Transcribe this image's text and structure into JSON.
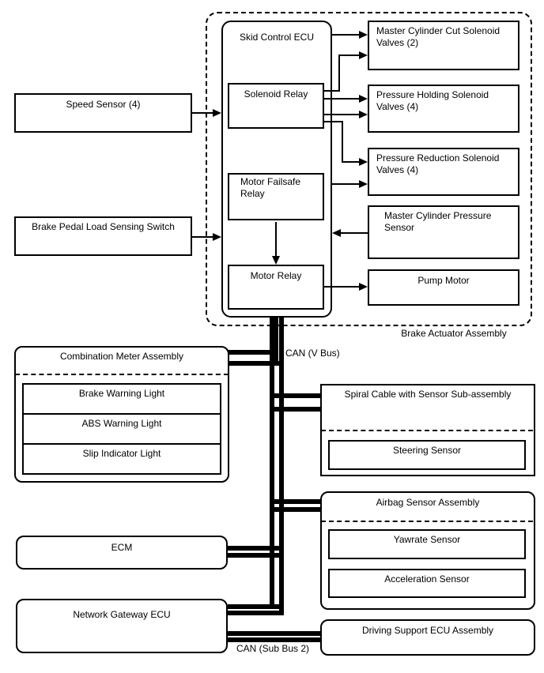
{
  "colors": {
    "ink": "#000000",
    "background": "#ffffff"
  },
  "actuator": {
    "label": "Brake Actuator Assembly",
    "skid_ecu": {
      "title": "Skid Control ECU",
      "solenoid_relay": "Solenoid Relay",
      "motor_failsafe_relay": "Motor Failsafe Relay",
      "motor_relay": "Motor Relay"
    },
    "components": {
      "mc_cut_valves": "Master Cylinder Cut Solenoid Valves (2)",
      "pressure_holding_valves": "Pressure Holding Solenoid Valves (4)",
      "pressure_reduction_valves": "Pressure Reduction Solenoid Valves (4)",
      "mc_pressure_sensor": "Master Cylinder Pressure Sensor",
      "pump_motor": "Pump Motor"
    }
  },
  "inputs": {
    "speed_sensor": "Speed Sensor (4)",
    "brake_pedal_switch": "Brake Pedal Load Sensing Switch"
  },
  "meter": {
    "title": "Combination Meter Assembly",
    "lights": [
      "Brake Warning Light",
      "ABS Warning Light",
      "Slip Indicator Light"
    ]
  },
  "modules": {
    "ecm": "ECM",
    "network_gateway_ecu": "Network Gateway ECU",
    "driving_support_ecu": "Driving Support ECU Assembly"
  },
  "spiral_cable": {
    "title": "Spiral Cable with Sensor Sub-assembly",
    "steering_sensor": "Steering Sensor"
  },
  "airbag": {
    "title": "Airbag Sensor Assembly",
    "yawrate_sensor": "Yawrate Sensor",
    "acceleration_sensor": "Acceleration Sensor"
  },
  "bus": {
    "v_bus": "CAN (V Bus)",
    "sub_bus_2": "CAN (Sub Bus 2)"
  }
}
